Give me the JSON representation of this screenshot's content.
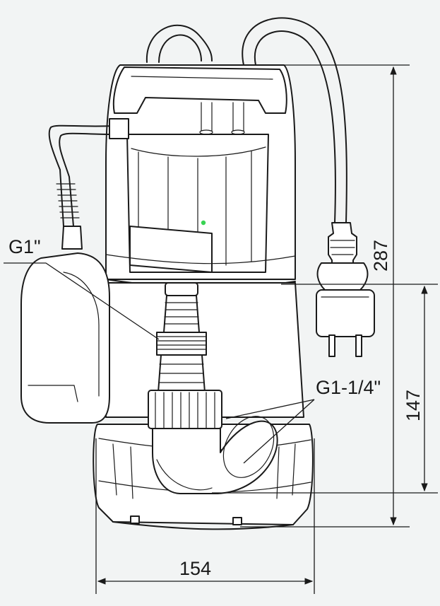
{
  "labels": {
    "dim_height_total": "287",
    "dim_height_outlet": "147",
    "dim_width": "154",
    "thread_float": "G1\"",
    "thread_outlet": "G1-1/4\""
  },
  "colors": {
    "line": "#1a1a1a",
    "background": "#f2f4f4",
    "marker": "#39d353"
  }
}
